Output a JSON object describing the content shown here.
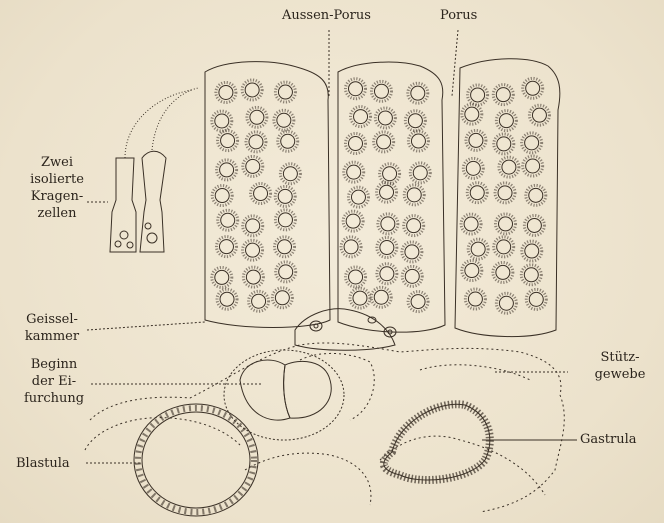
{
  "labels": {
    "aussen_porus": "Aussen-Porus",
    "porus": "Porus",
    "kragenzellen": [
      "Zwei",
      "isolierte",
      "Kragen-",
      "zellen"
    ],
    "geisselkammer": [
      "Geissel-",
      "kammer"
    ],
    "eifurchung": [
      "Beginn",
      "der Ei-",
      "furchung"
    ],
    "stuetzgewebe": [
      "Stütz-",
      "gewebe"
    ],
    "blastula": "Blastula",
    "gastrula": "Gastrula"
  },
  "colors": {
    "paper": "#efe6d2",
    "ink": "#2b241c"
  }
}
